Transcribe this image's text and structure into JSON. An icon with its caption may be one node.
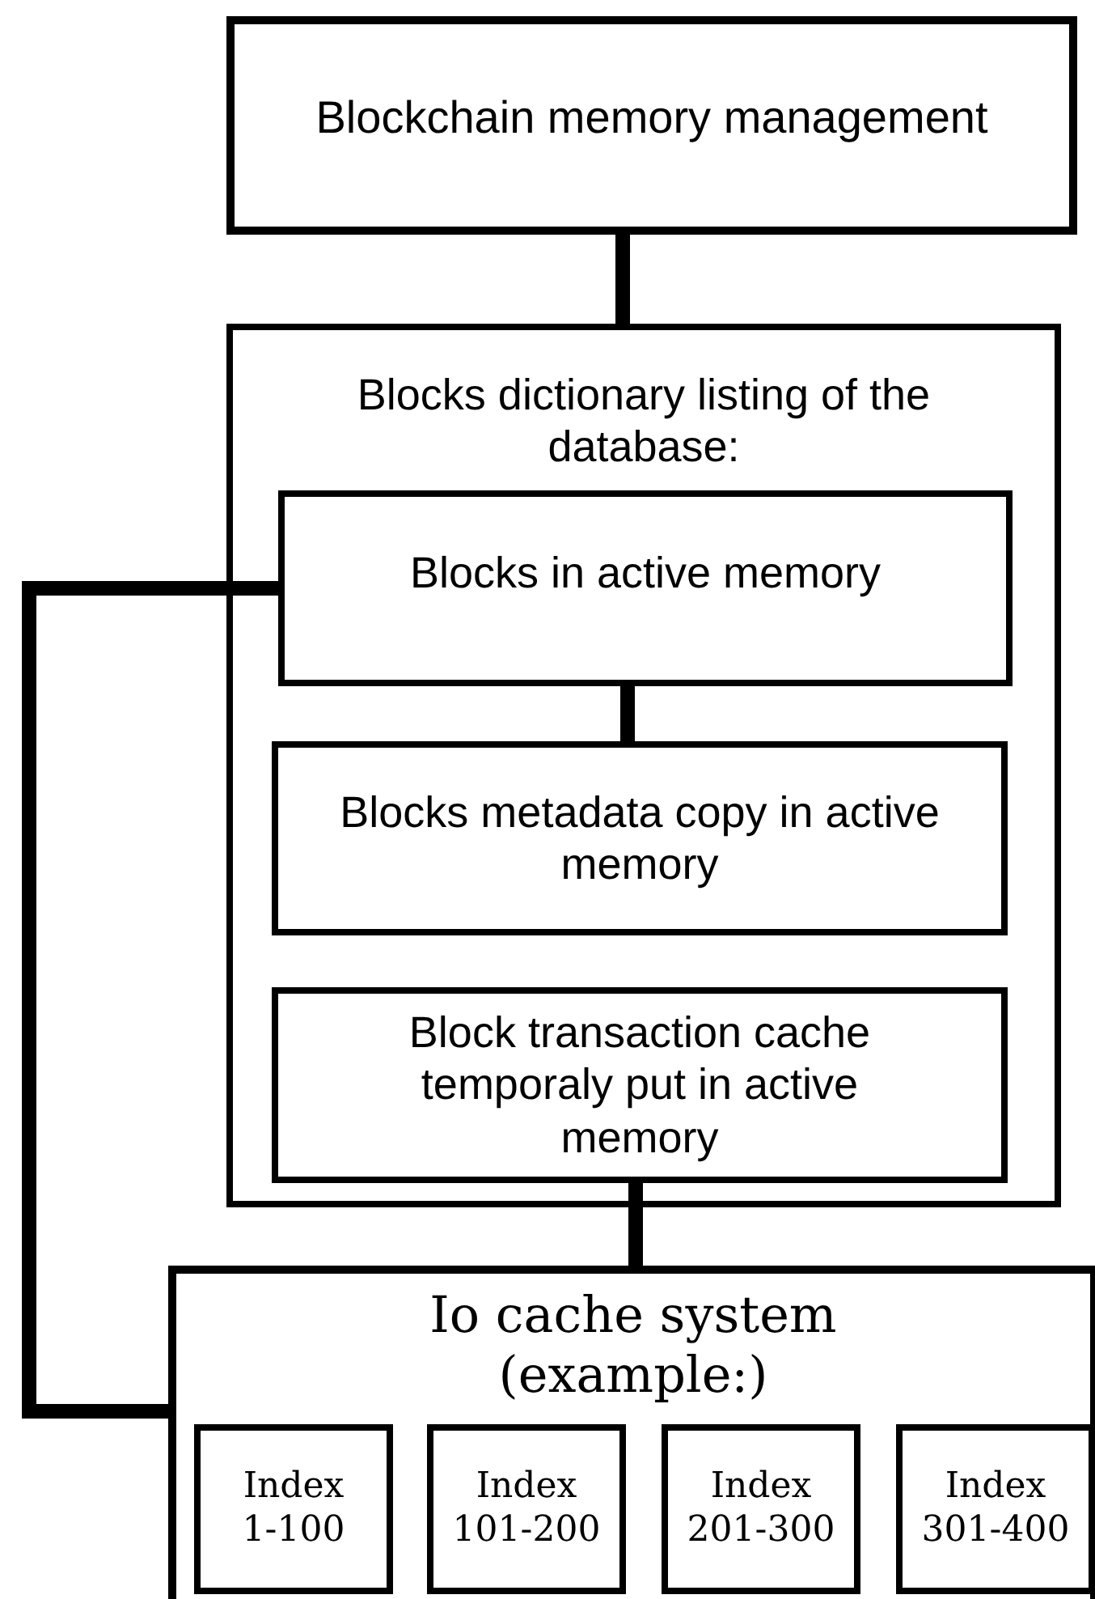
{
  "diagram": {
    "nodes": [
      {
        "text": [
          "Blockchain memory management"
        ]
      },
      {
        "text": [
          "Blocks dictionary listing of the database:"
        ]
      },
      {
        "text": [
          "Blocks in active memory"
        ],
        "in": 1
      },
      {
        "text": [
          "Blocks metadata copy in active memory"
        ],
        "in": 1
      },
      {
        "text": [
          "Block transaction cache temporaly put in active memory"
        ],
        "in": 1
      },
      {
        "text": [
          "Io cache system (example:)"
        ]
      },
      {
        "text": [
          "Index 1-100"
        ],
        "in": 5
      },
      {
        "text": [
          "Index 101-200"
        ],
        "in": 5
      },
      {
        "text": [
          "Index 201-300"
        ],
        "in": 5
      },
      {
        "text": [
          "Index 301-400"
        ],
        "in": 5
      }
    ],
    "edges": [
      {
        "from": 0,
        "to": 1,
        "arrow": "none"
      },
      {
        "from": 2,
        "to": 3,
        "arrow": "none"
      },
      {
        "from": 4,
        "to": 5,
        "arrow": "none"
      },
      {
        "from": 2,
        "to": 5,
        "arrow": "none"
      }
    ]
  }
}
